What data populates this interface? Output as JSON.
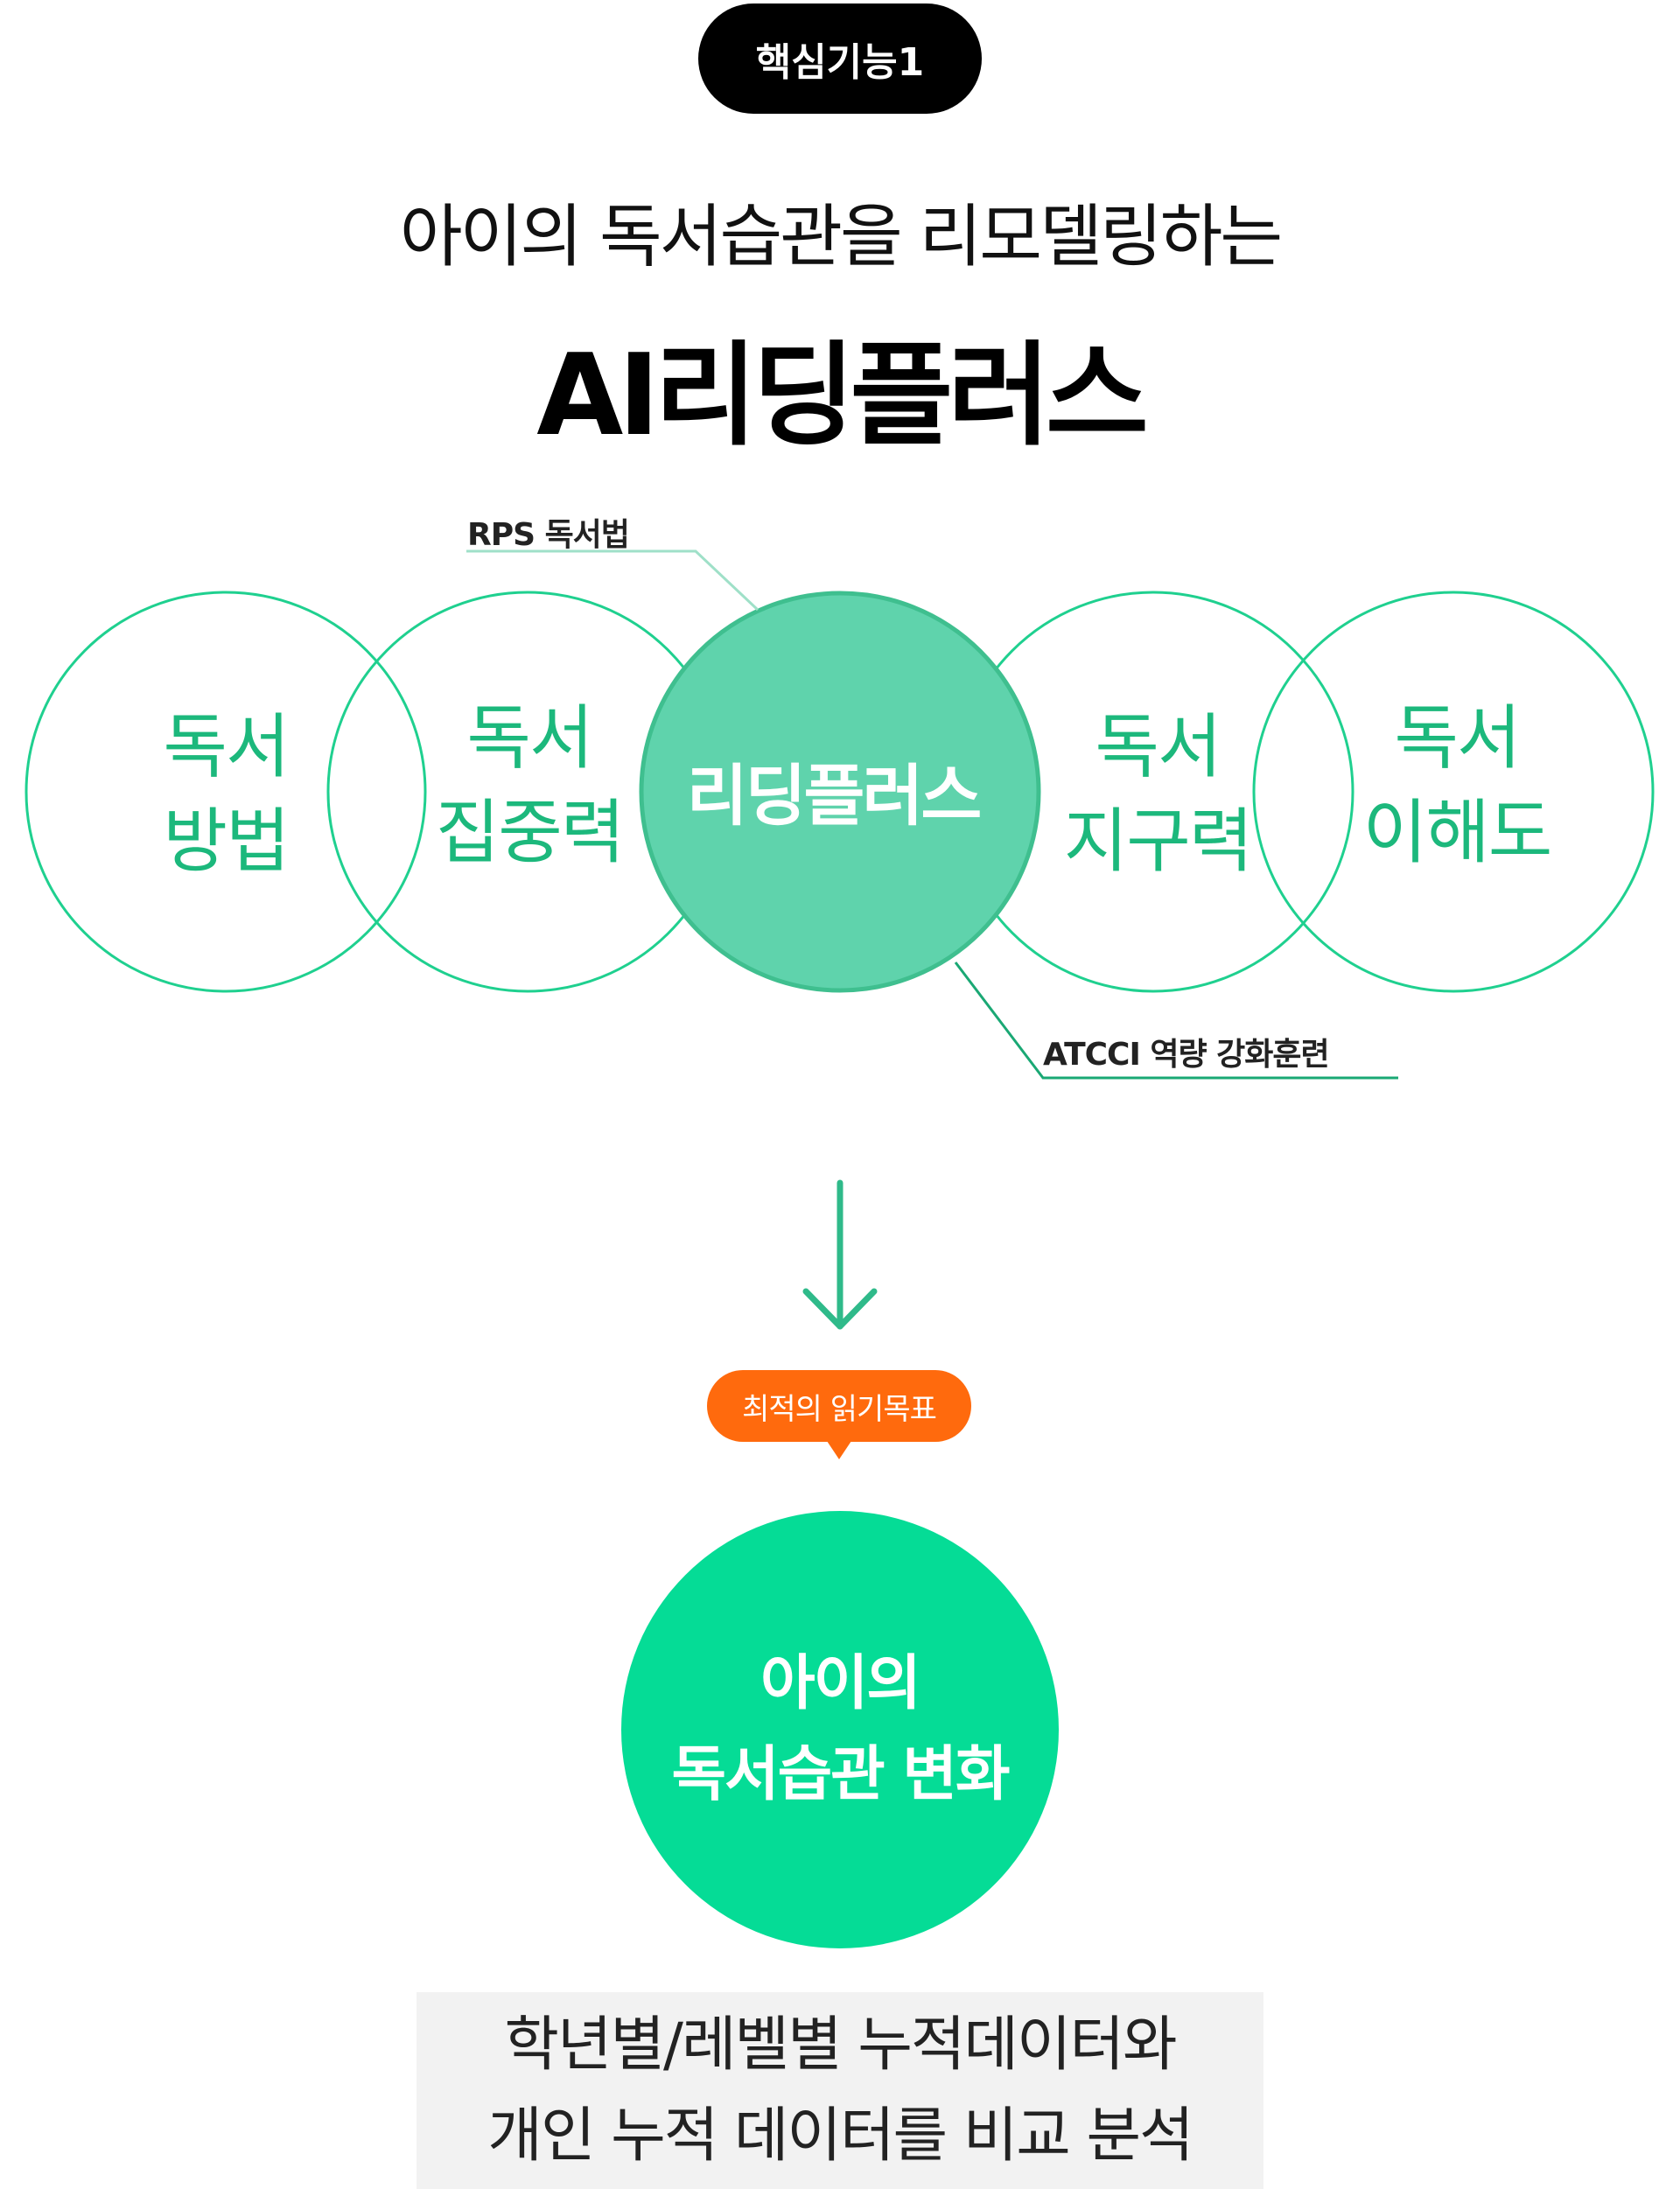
{
  "badge": "핵심기능1",
  "subtitle": "아이의 독서습관을 리모델링하는",
  "title": "AI리딩플러스",
  "circles": [
    {
      "line1": "독서",
      "line2": "방법"
    },
    {
      "line1": "독서",
      "line2": "집중력"
    },
    {
      "line1": "독서",
      "line2": "지구력"
    },
    {
      "line1": "독서",
      "line2": "이해도"
    }
  ],
  "center_label": "리딩플러스",
  "callouts": {
    "top": "RPS 독서법",
    "bottom": "ATCCI 역량 강화훈련"
  },
  "colors": {
    "accent": "#1cb87c",
    "center_fill": "#5fd3ac",
    "pill": "#ff6a0d",
    "result": "#05dc96"
  },
  "arrow_icon": "arrow-down-icon",
  "pill": "최적의 읽기목표",
  "result": {
    "line1": "아이의",
    "line2": "독서습관 변화"
  },
  "footer": {
    "line1": "학년별/레벨별 누적데이터와",
    "line2": "개인 누적 데이터를 비교 분석"
  }
}
